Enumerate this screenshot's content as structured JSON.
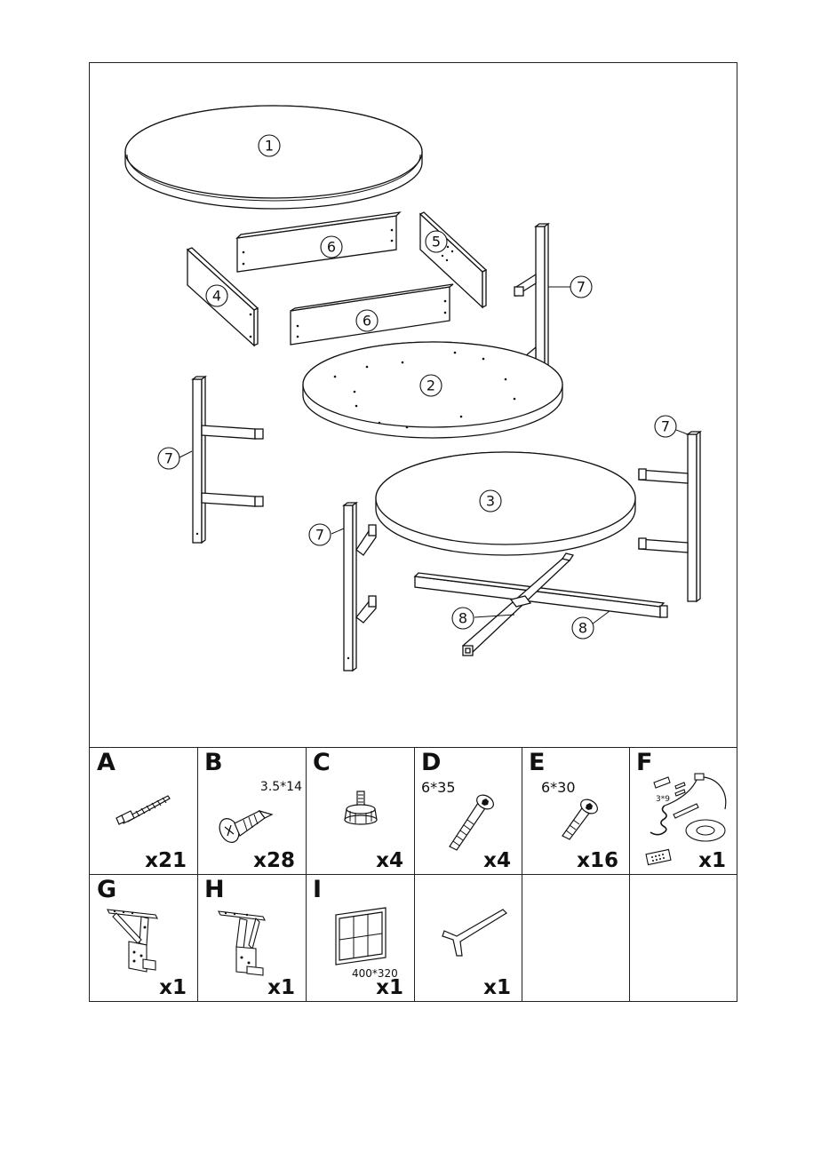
{
  "diagram": {
    "part_labels": [
      "1",
      "2",
      "3",
      "4",
      "5",
      "6",
      "6",
      "7",
      "7",
      "7",
      "7",
      "8",
      "8"
    ]
  },
  "hardware": [
    {
      "letter": "A",
      "qty": "x21",
      "dim": "",
      "icon": "wood-screw-with-anchor-icon"
    },
    {
      "letter": "B",
      "qty": "x28",
      "dim": "3.5*14",
      "icon": "tapping-screw-icon"
    },
    {
      "letter": "C",
      "qty": "x4",
      "dim": "",
      "icon": "adjustable-foot-icon"
    },
    {
      "letter": "D",
      "qty": "x4",
      "dim": "6*35",
      "icon": "hex-bolt-long-icon"
    },
    {
      "letter": "E",
      "qty": "x16",
      "dim": "6*30",
      "icon": "hex-bolt-short-icon"
    },
    {
      "letter": "F",
      "qty": "x1",
      "dim": "",
      "sub": "3*9",
      "icon": "led-strip-kit-icon"
    },
    {
      "letter": "G",
      "qty": "x1",
      "dim": "",
      "icon": "lift-hinge-left-icon"
    },
    {
      "letter": "H",
      "qty": "x1",
      "dim": "",
      "icon": "lift-hinge-right-icon"
    },
    {
      "letter": "I",
      "qty": "x1",
      "dim": "400*320",
      "icon": "mesh-panel-icon"
    },
    {
      "letter": "",
      "qty": "x1",
      "dim": "",
      "icon": "allen-key-icon"
    },
    {
      "letter": "",
      "qty": "",
      "dim": "",
      "icon": ""
    },
    {
      "letter": "",
      "qty": "",
      "dim": "",
      "icon": ""
    }
  ]
}
